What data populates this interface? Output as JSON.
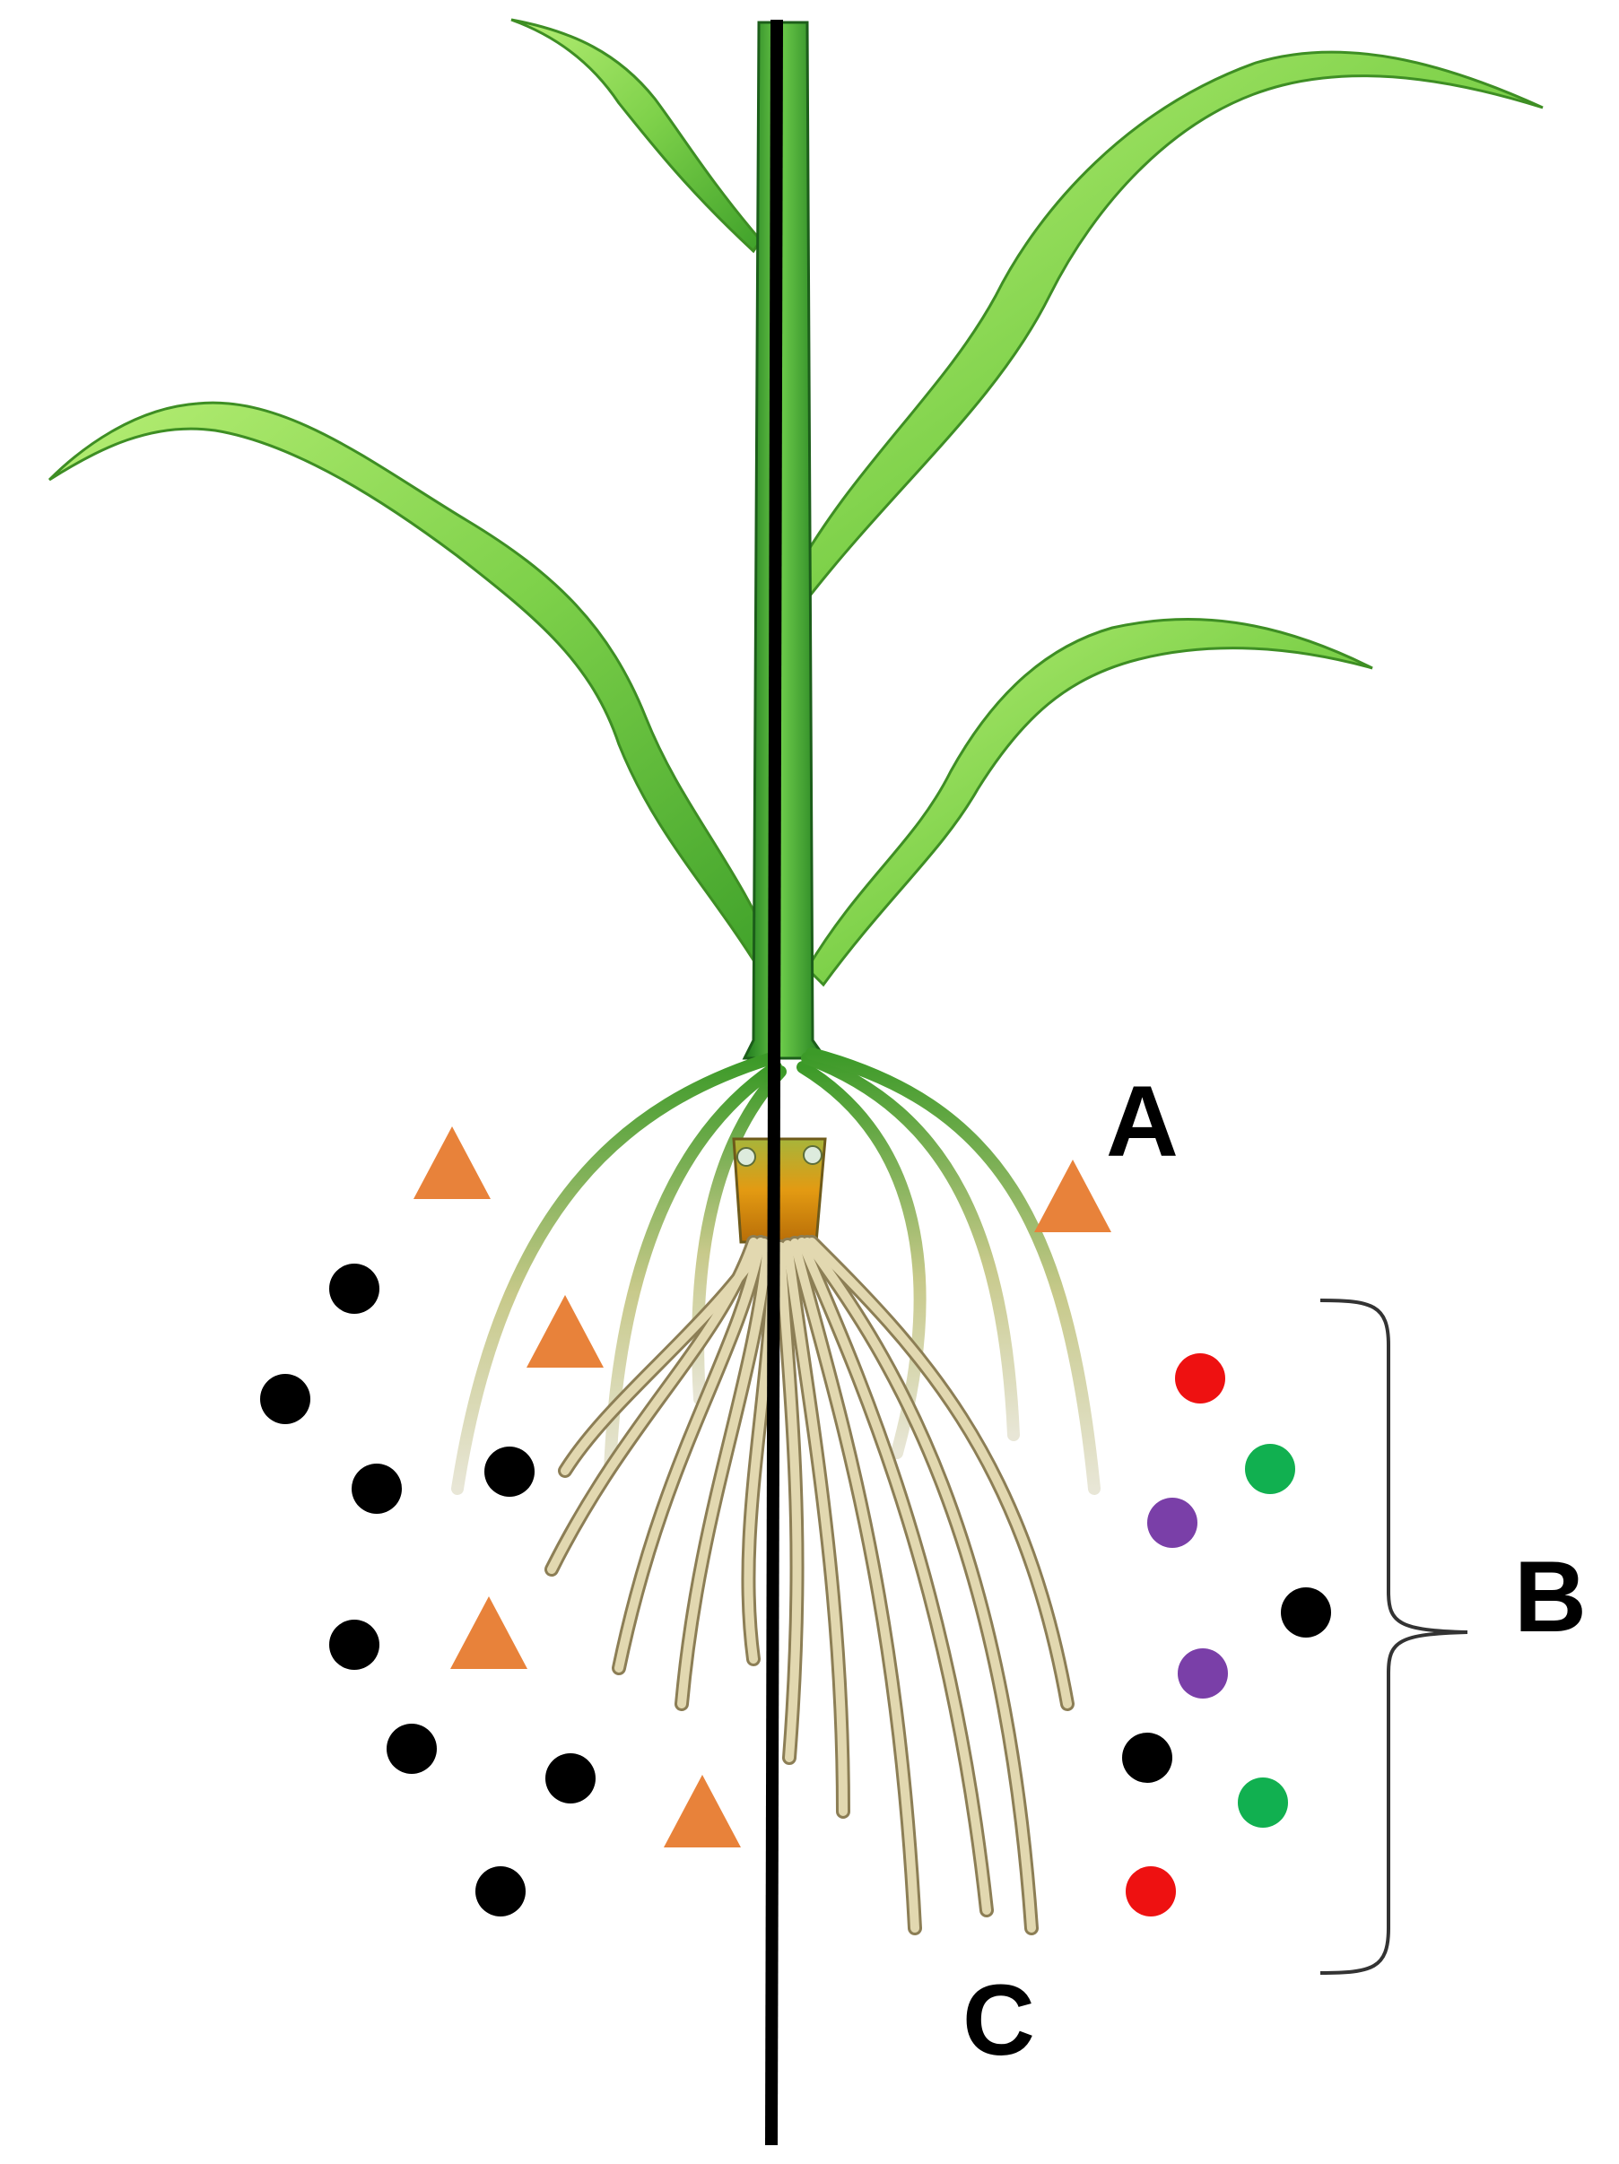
{
  "labels": {
    "a": "A",
    "b": "B",
    "c": "C"
  },
  "colors": {
    "leaf_light": "#9BE15A",
    "leaf_dark": "#2E9A1E",
    "stem": "#2F8F2A",
    "root": "#D9CCA0",
    "root_outline": "#8C7E55",
    "collar": "#D98A10",
    "triangle": "#E8823A",
    "dot_black": "#000000",
    "dot_red": "#EE1111",
    "dot_green": "#11B050",
    "dot_purple": "#7A3FA8",
    "divider": "#000000",
    "bracket": "#333333"
  },
  "icons": {
    "triangle": "orange-triangle-icon",
    "dot": "circle-dot-icon"
  }
}
